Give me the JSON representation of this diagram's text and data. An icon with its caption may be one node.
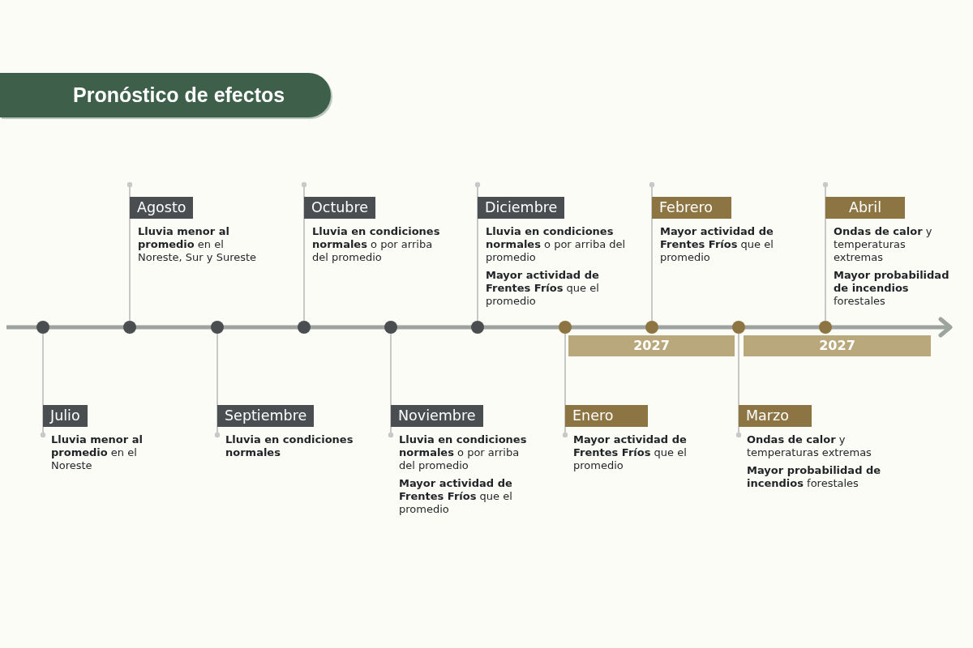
{
  "diagram": {
    "title": "Pronóstico de efectos",
    "nodes": [
      {
        "text": [
          "Julio",
          "**Lluvia menor al promedio** en el Noreste"
        ]
      },
      {
        "text": [
          "Agosto",
          "**Lluvia menor al promedio** en el Noreste, Sur y Sureste"
        ]
      },
      {
        "text": [
          "Septiembre",
          "Lluvia en condiciones normales"
        ]
      },
      {
        "text": [
          "Octubre",
          "**Lluvia en condiciones normales** o por arriba del promedio"
        ]
      },
      {
        "text": [
          "Noviembre",
          "**Lluvia en condiciones normales** o por arriba del promedio",
          "**Mayor actividad de Frentes Fríos** que el promedio"
        ]
      },
      {
        "text": [
          "Diciembre",
          "**Lluvia en condiciones normales** o por arriba del promedio",
          "**Mayor actividad de Frentes Fríos** que el promedio"
        ]
      },
      {
        "text": [
          "Enero",
          "**Mayor actividad de Frentes Fríos** que el promedio"
        ]
      },
      {
        "text": [
          "Febrero",
          "**Mayor actividad de Frentes Fríos** que el promedio"
        ]
      },
      {
        "text": [
          "Marzo",
          "**Ondas de calor** y temperaturas extremas",
          "**Mayor probabilidad de incendios** forestales"
        ]
      },
      {
        "text": [
          "Abril",
          "**Ondas de calor** y temperaturas extremas",
          "**Mayor probabilidad de incendios** forestales"
        ]
      },
      {
        "text": [
          "2027"
        ]
      },
      {
        "text": [
          "2027"
        ]
      },
      {
        "text": [],
        "shape": "circle"
      },
      {
        "text": [],
        "shape": "circle"
      },
      {
        "text": [],
        "shape": "circle"
      },
      {
        "text": [],
        "shape": "circle"
      },
      {
        "text": [],
        "shape": "circle"
      },
      {
        "text": [],
        "shape": "circle"
      },
      {
        "text": [],
        "shape": "circle"
      },
      {
        "text": [],
        "shape": "circle"
      },
      {
        "text": [],
        "shape": "circle"
      },
      {
        "text": [],
        "shape": "circle"
      }
    ],
    "edges": [
      {
        "from": 0,
        "to": 12,
        "arrow": "other"
      },
      {
        "from": 1,
        "to": 13,
        "arrow": "other"
      },
      {
        "from": 2,
        "to": 14,
        "arrow": "other"
      },
      {
        "from": 3,
        "to": 15,
        "arrow": "other"
      },
      {
        "from": 4,
        "to": 16,
        "arrow": "other"
      },
      {
        "from": 5,
        "to": 17,
        "arrow": "other"
      },
      {
        "from": 6,
        "to": 18,
        "arrow": "other"
      },
      {
        "from": 7,
        "to": 19,
        "arrow": "other"
      },
      {
        "from": 8,
        "to": 20,
        "arrow": "other"
      },
      {
        "from": 9,
        "to": 21,
        "arrow": "other"
      }
    ]
  }
}
